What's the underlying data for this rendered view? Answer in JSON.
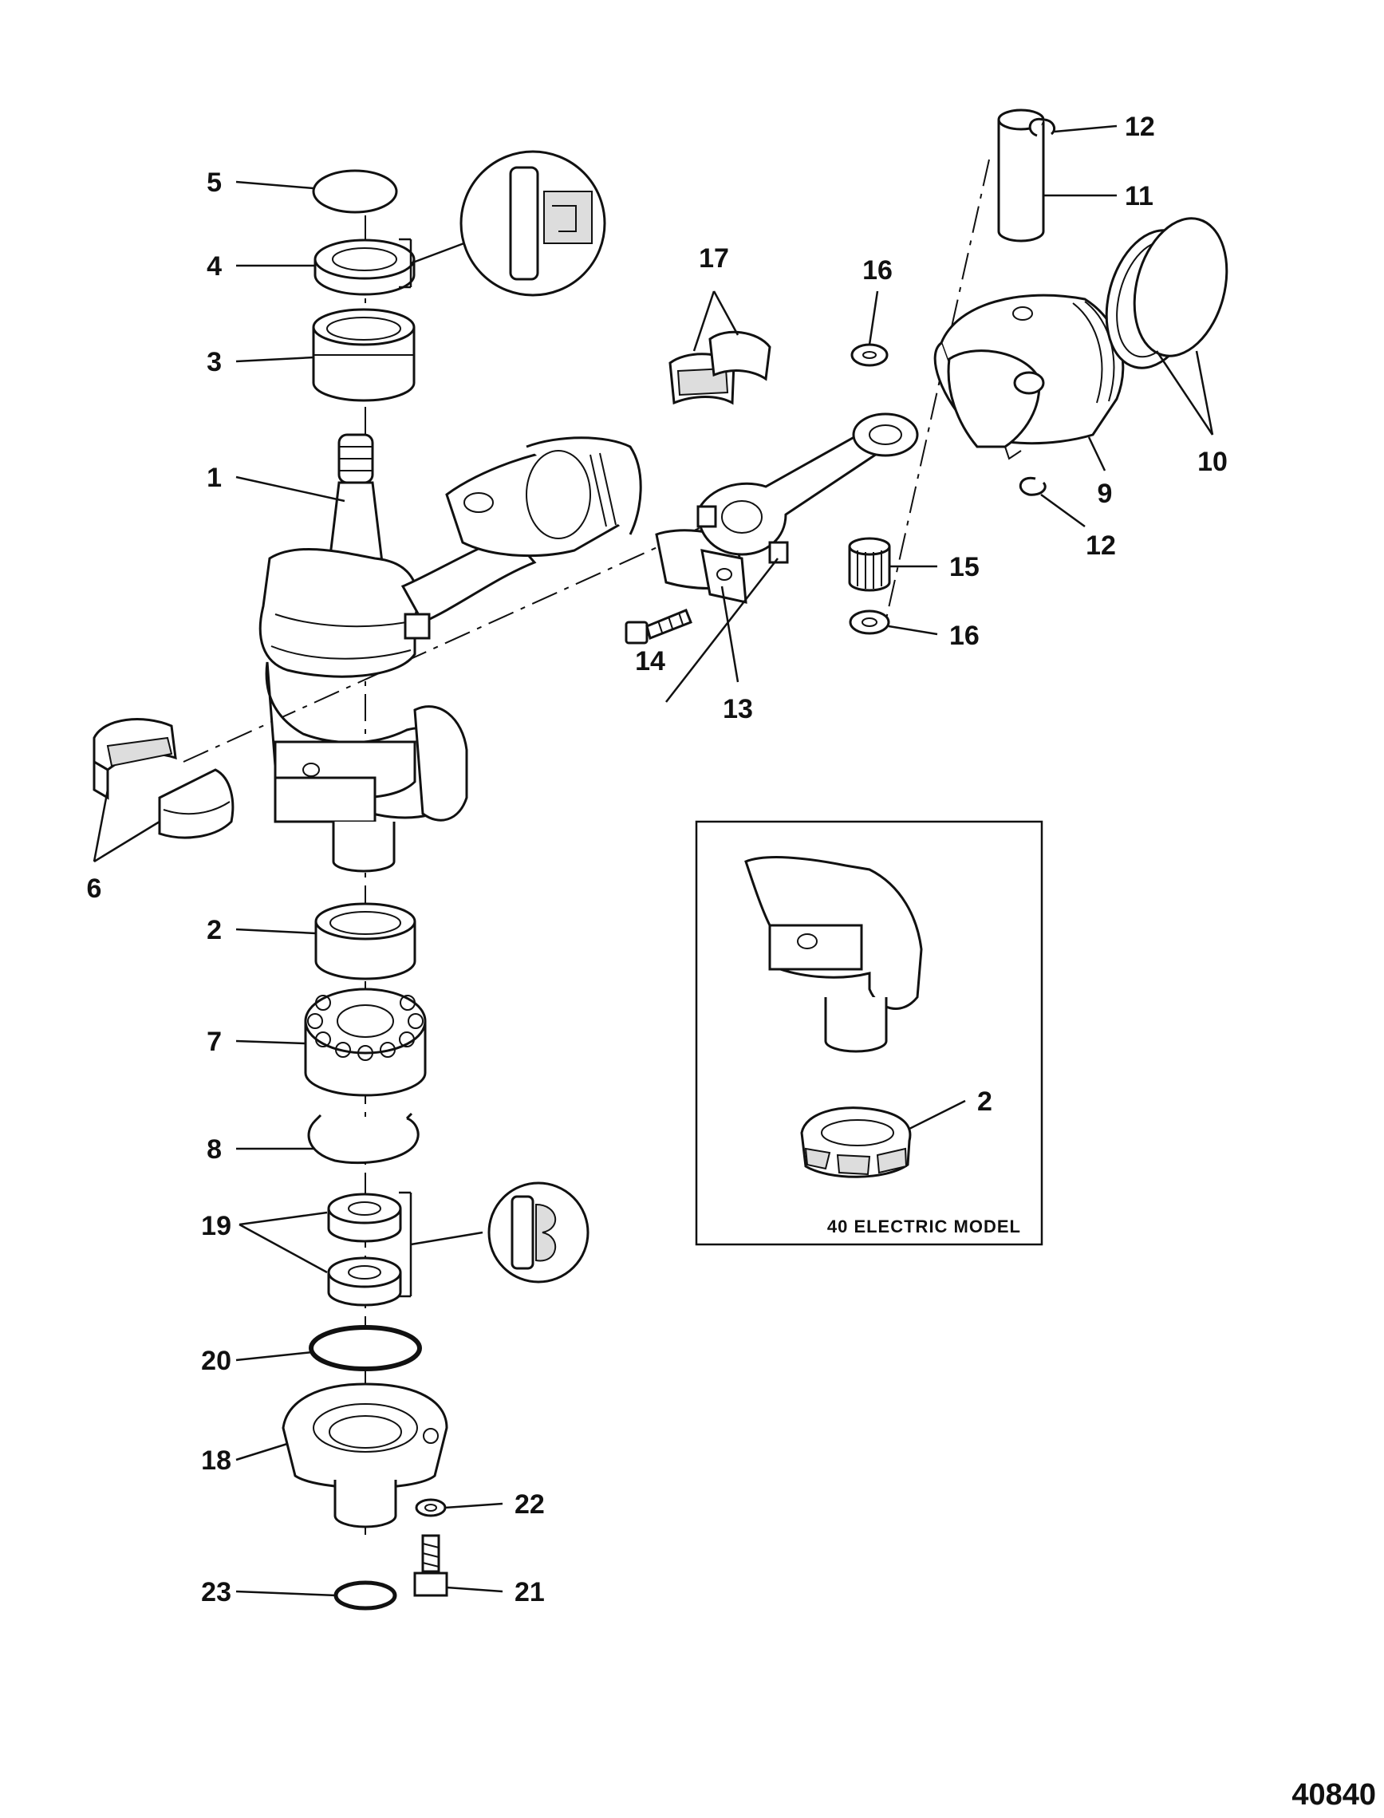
{
  "callouts": {
    "c1": "1",
    "c2": "2",
    "c3": "3",
    "c4": "4",
    "c5": "5",
    "c6": "6",
    "c7": "7",
    "c8": "8",
    "c9": "9",
    "c10": "10",
    "c11": "11",
    "c12a": "12",
    "c12b": "12",
    "c13": "13",
    "c14": "14",
    "c15": "15",
    "c16a": "16",
    "c16b": "16",
    "c17": "17",
    "c18": "18",
    "c19": "19",
    "c20": "20",
    "c21": "21",
    "c22": "22",
    "c23": "23",
    "c2inset": "2"
  },
  "inset": {
    "title": "40 ELECTRIC MODEL"
  },
  "figure_number": "40840"
}
